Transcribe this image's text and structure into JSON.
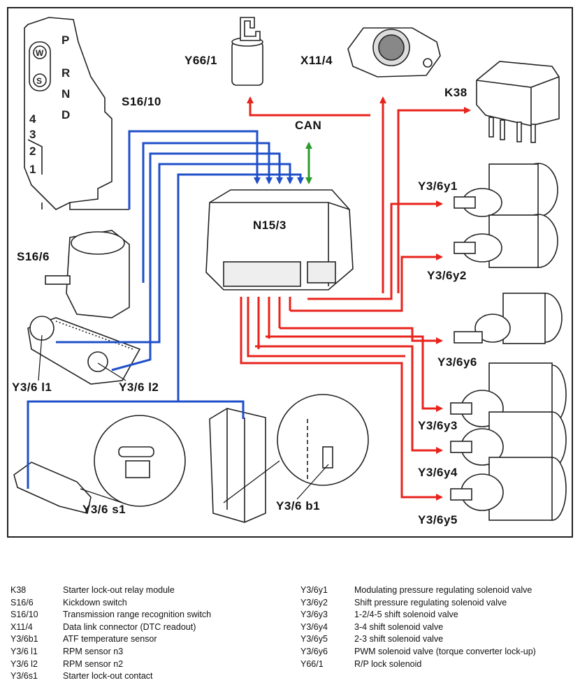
{
  "labels": {
    "y66_1": "Y66/1",
    "x11_4": "X11/4",
    "k38": "K38",
    "can": "CAN",
    "s16_10": "S16/10",
    "n15_3": "N15/3",
    "s16_6": "S16/6",
    "y3_6y1": "Y3/6y1",
    "y3_6y2": "Y3/6y2",
    "y3_6y6": "Y3/6y6",
    "y3_6y3": "Y3/6y3",
    "y3_6y4": "Y3/6y4",
    "y3_6y5": "Y3/6y5",
    "y3_6l1": "Y3/6  l1",
    "y3_6l2": "Y3/6  l2",
    "y3_6s1": "Y3/6  s1",
    "y3_6b1": "Y3/6  b1",
    "gear_p": "P",
    "gear_r": "R",
    "gear_n": "N",
    "gear_d": "D",
    "gear_4": "4",
    "gear_3": "3",
    "gear_2": "2",
    "gear_1": "1",
    "btn_w": "W",
    "btn_s": "S"
  },
  "colors": {
    "input_wire": "#1f4fc8",
    "output_wire": "#e8231c",
    "can_bus": "#2c9b2c"
  },
  "legend": {
    "left": [
      {
        "code": "K38",
        "desc": "Starter lock-out relay module"
      },
      {
        "code": "S16/6",
        "desc": "Kickdown switch"
      },
      {
        "code": "S16/10",
        "desc": "Transmission range recognition switch"
      },
      {
        "code": "X11/4",
        "desc": "Data link connector (DTC readout)"
      },
      {
        "code": "Y3/6b1",
        "desc": "ATF temperature sensor"
      },
      {
        "code": "Y3/6 l1",
        "desc": "RPM sensor n3"
      },
      {
        "code": "Y3/6 l2",
        "desc": "RPM sensor n2"
      },
      {
        "code": "Y3/6s1",
        "desc": "Starter lock-out contact"
      }
    ],
    "right": [
      {
        "code": "Y3/6y1",
        "desc": "Modulating pressure regulating solenoid valve"
      },
      {
        "code": "Y3/6y2",
        "desc": "Shift pressure regulating solenoid valve"
      },
      {
        "code": "Y3/6y3",
        "desc": "1-2/4-5 shift solenoid valve"
      },
      {
        "code": "Y3/6y4",
        "desc": "3-4 shift solenoid valve"
      },
      {
        "code": "Y3/6y5",
        "desc": "2-3 shift solenoid valve"
      },
      {
        "code": "Y3/6y6",
        "desc": "PWM solenoid valve (torque converter lock-up)"
      },
      {
        "code": "Y66/1",
        "desc": "R/P lock solenoid"
      }
    ]
  }
}
